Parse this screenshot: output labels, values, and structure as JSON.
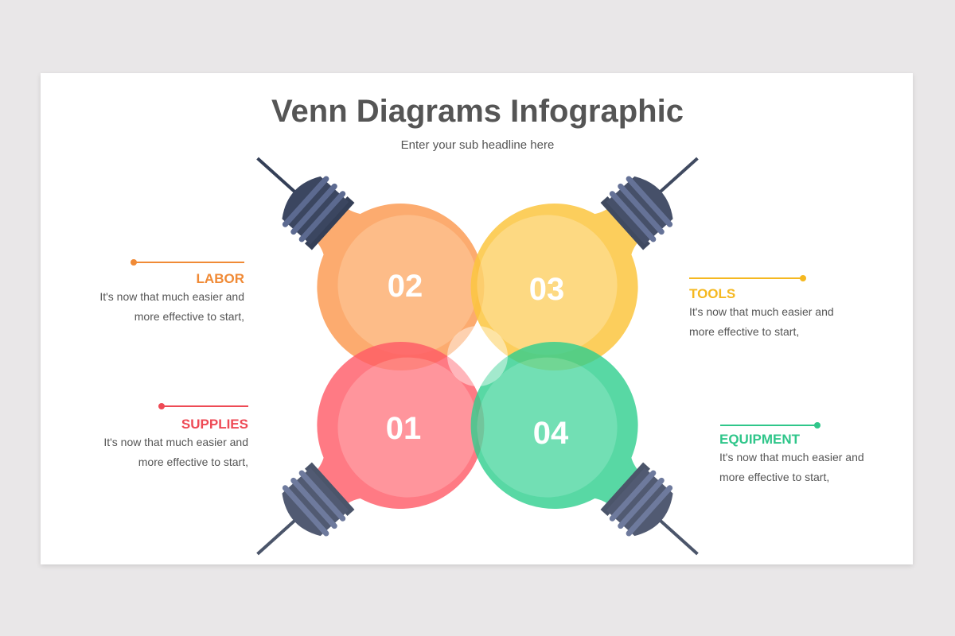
{
  "title": "Venn Diagrams Infographic",
  "subtitle": "Enter your sub headline here",
  "items": [
    {
      "number": "01",
      "label": "SUPPLIES",
      "text1": "It's now that much easier and",
      "text2": "more effective to start,",
      "color": "#ee4a55"
    },
    {
      "number": "02",
      "label": "LABOR",
      "text1": "It's now that much easier and",
      "text2": "more effective to start,",
      "color": "#f08a36"
    },
    {
      "number": "03",
      "label": "TOOLS",
      "text1": "It's now that much easier and",
      "text2": "more effective to start,",
      "color": "#f5b820"
    },
    {
      "number": "04",
      "label": "EQUIPMENT",
      "text1": "It's now that much easier and",
      "text2": "more effective to start,",
      "color": "#2fc68a"
    }
  ]
}
